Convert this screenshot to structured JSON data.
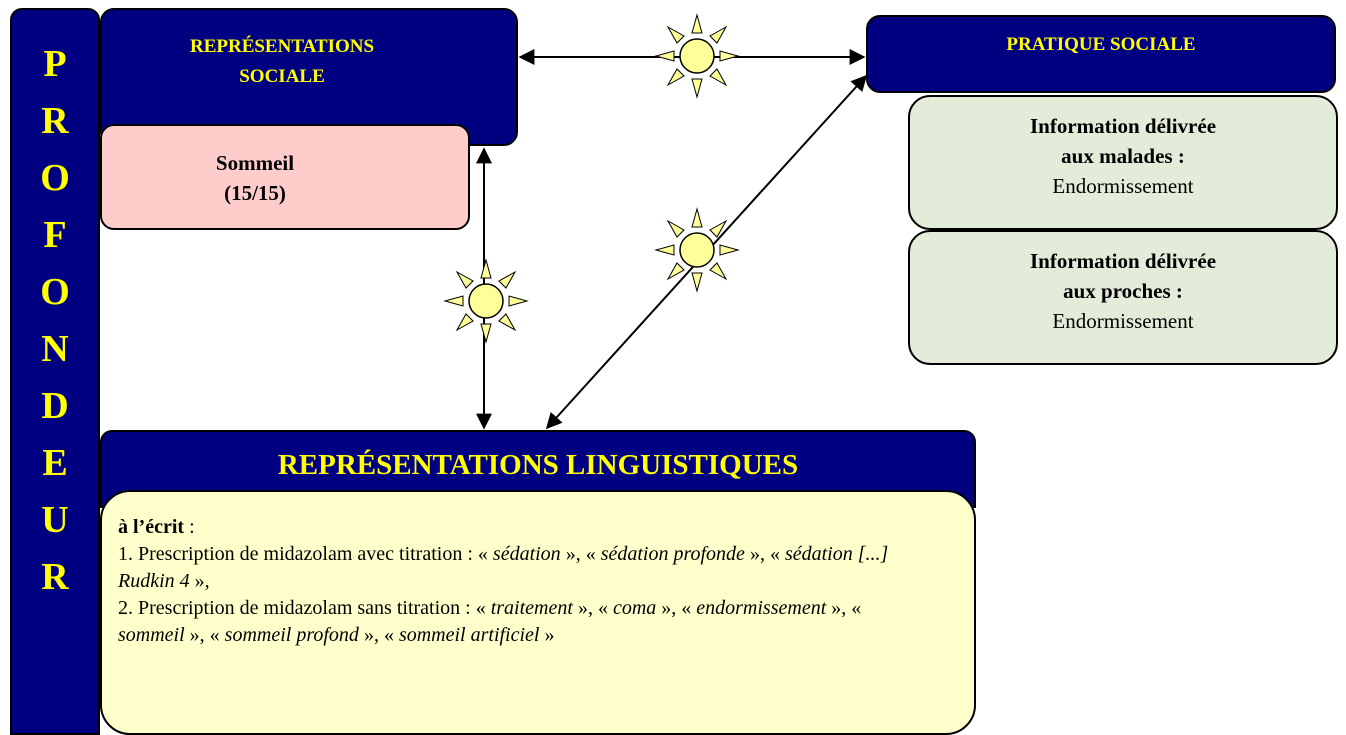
{
  "side": {
    "letters": [
      "P",
      "R",
      "O",
      "F",
      "O",
      "N",
      "D",
      "E",
      "U",
      "R"
    ]
  },
  "rep_sociale": {
    "title_line1": "REPRÉSENTATIONS",
    "title_line2": "SOCIALE",
    "sommeil_label": "Sommeil",
    "sommeil_count": "(15/15)"
  },
  "pratique": {
    "title": "PRATIQUE SOCIALE",
    "malades": {
      "line1": "Information délivrée",
      "line2": "aux malades :",
      "value": "Endormissement"
    },
    "proches": {
      "line1": "Information délivrée",
      "line2": "aux proches :",
      "value": "Endormissement"
    }
  },
  "linguistiques": {
    "title": "REPRÉSENTATIONS LINGUISTIQUES",
    "ecrit_label": "à l’écrit",
    "ecrit_colon": " :",
    "item1_prefix": "1.  Prescription de midazolam avec titration : « ",
    "item1_t1": "sédation",
    "item1_s1": " », « ",
    "item1_t2": "sédation profonde",
    "item1_s2": " », « ",
    "item1_t3": "sédation [...] Rudkin 4",
    "item1_s3": " »,",
    "item2_prefix": "2. Prescription de midazolam sans titration : « ",
    "item2_t1": "traitement",
    "item2_s1": " », « ",
    "item2_t2": "coma",
    "item2_s2": " », « ",
    "item2_t3": "endormissement",
    "item2_s3": " », « ",
    "item2_t4": "sommeil",
    "item2_s4": " », « ",
    "item2_t5": "sommeil profond",
    "item2_s5": " », « ",
    "item2_t6": "sommeil artificiel",
    "item2_s6": " »"
  },
  "colors": {
    "header_navy": "#000080",
    "header_text": "#ffff00",
    "sommeil_fill": "#ffcccc",
    "info_fill": "#e3ecd9",
    "ling_fill": "#ffffcc",
    "sun_fill": "#ffff99"
  },
  "icons": [
    "sun-icon",
    "double-arrow"
  ]
}
